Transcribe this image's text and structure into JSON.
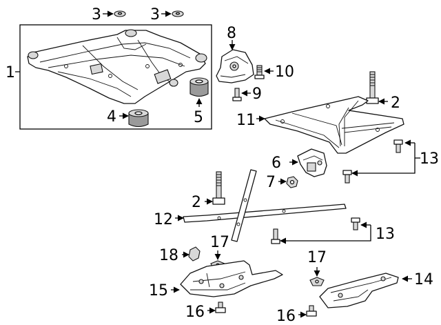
{
  "callouts": {
    "c1": "1",
    "c2a": "2",
    "c2b": "2",
    "c3a": "3",
    "c3b": "3",
    "c4": "4",
    "c5": "5",
    "c6": "6",
    "c7": "7",
    "c8": "8",
    "c9": "9",
    "c10": "10",
    "c11": "11",
    "c12": "12",
    "c13a": "13",
    "c13b": "13",
    "c14": "14",
    "c15": "15",
    "c16a": "16",
    "c16b": "16",
    "c17a": "17",
    "c17b": "17",
    "c18": "18"
  }
}
